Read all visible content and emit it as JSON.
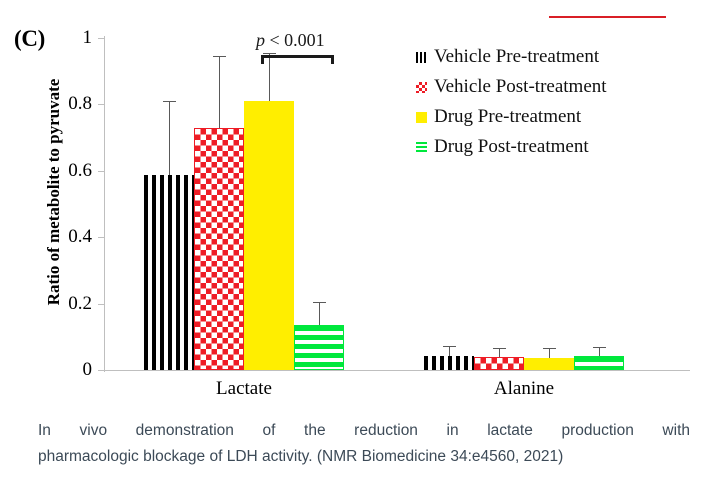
{
  "panel": {
    "label": "(C)"
  },
  "decoration": {
    "red_rule_color": "#d91f26"
  },
  "chart_data": {
    "type": "bar",
    "title": "",
    "panel_label": "(C)",
    "xlabel": "",
    "ylabel": "Ratio of metabolite to pyruvate",
    "ylim": [
      0,
      1
    ],
    "yticks": [
      0,
      0.2,
      0.4,
      0.6,
      0.8,
      1
    ],
    "ytick_labels": [
      "0",
      "0.2",
      "0.4",
      "0.6",
      "0.8",
      "1"
    ],
    "grid": false,
    "legend_position": "upper right",
    "categories": [
      "Lactate",
      "Alanine"
    ],
    "series": [
      {
        "name": "Vehicle Pre-treatment",
        "pattern": "vertical-stripe",
        "color": "#000000",
        "values": [
          0.587,
          0.042
        ],
        "errors_upper": [
          0.223,
          0.03
        ]
      },
      {
        "name": "Vehicle Post-treatment",
        "pattern": "checkerboard",
        "color": "#ee1c25",
        "values": [
          0.73,
          0.038
        ],
        "errors_upper": [
          0.215,
          0.028
        ]
      },
      {
        "name": "Drug Pre-treatment",
        "pattern": "solid",
        "color": "#ffee00",
        "values": [
          0.81,
          0.036
        ],
        "errors_upper": [
          0.145,
          0.03
        ]
      },
      {
        "name": "Drug Post-treatment",
        "pattern": "horizontal-stripe",
        "color": "#00e83c",
        "values": [
          0.135,
          0.041
        ],
        "errors_upper": [
          0.07,
          0.028
        ]
      }
    ],
    "annotations": [
      {
        "text": "p < 0.001",
        "italic_part": "p",
        "rest": " < 0.001",
        "from_series": "Drug Pre-treatment",
        "to_series": "Drug Post-treatment",
        "category": "Lactate"
      }
    ]
  },
  "legend": {
    "items": [
      {
        "label": "Vehicle Pre-treatment"
      },
      {
        "label": "Vehicle Post-treatment"
      },
      {
        "label": "Drug Pre-treatment"
      },
      {
        "label": "Drug Post-treatment"
      }
    ]
  },
  "axis": {
    "ytick_labels": [
      "1",
      "0.8",
      "0.6",
      "0.4",
      "0.2",
      "0"
    ],
    "categories": [
      "Lactate",
      "Alanine"
    ]
  },
  "caption": {
    "line1": "In vivo demonstration of the reduction in lactate production with",
    "line2": "pharmacologic blockage of LDH activity. (NMR Biomedicine 34:e4560, 2021)"
  }
}
